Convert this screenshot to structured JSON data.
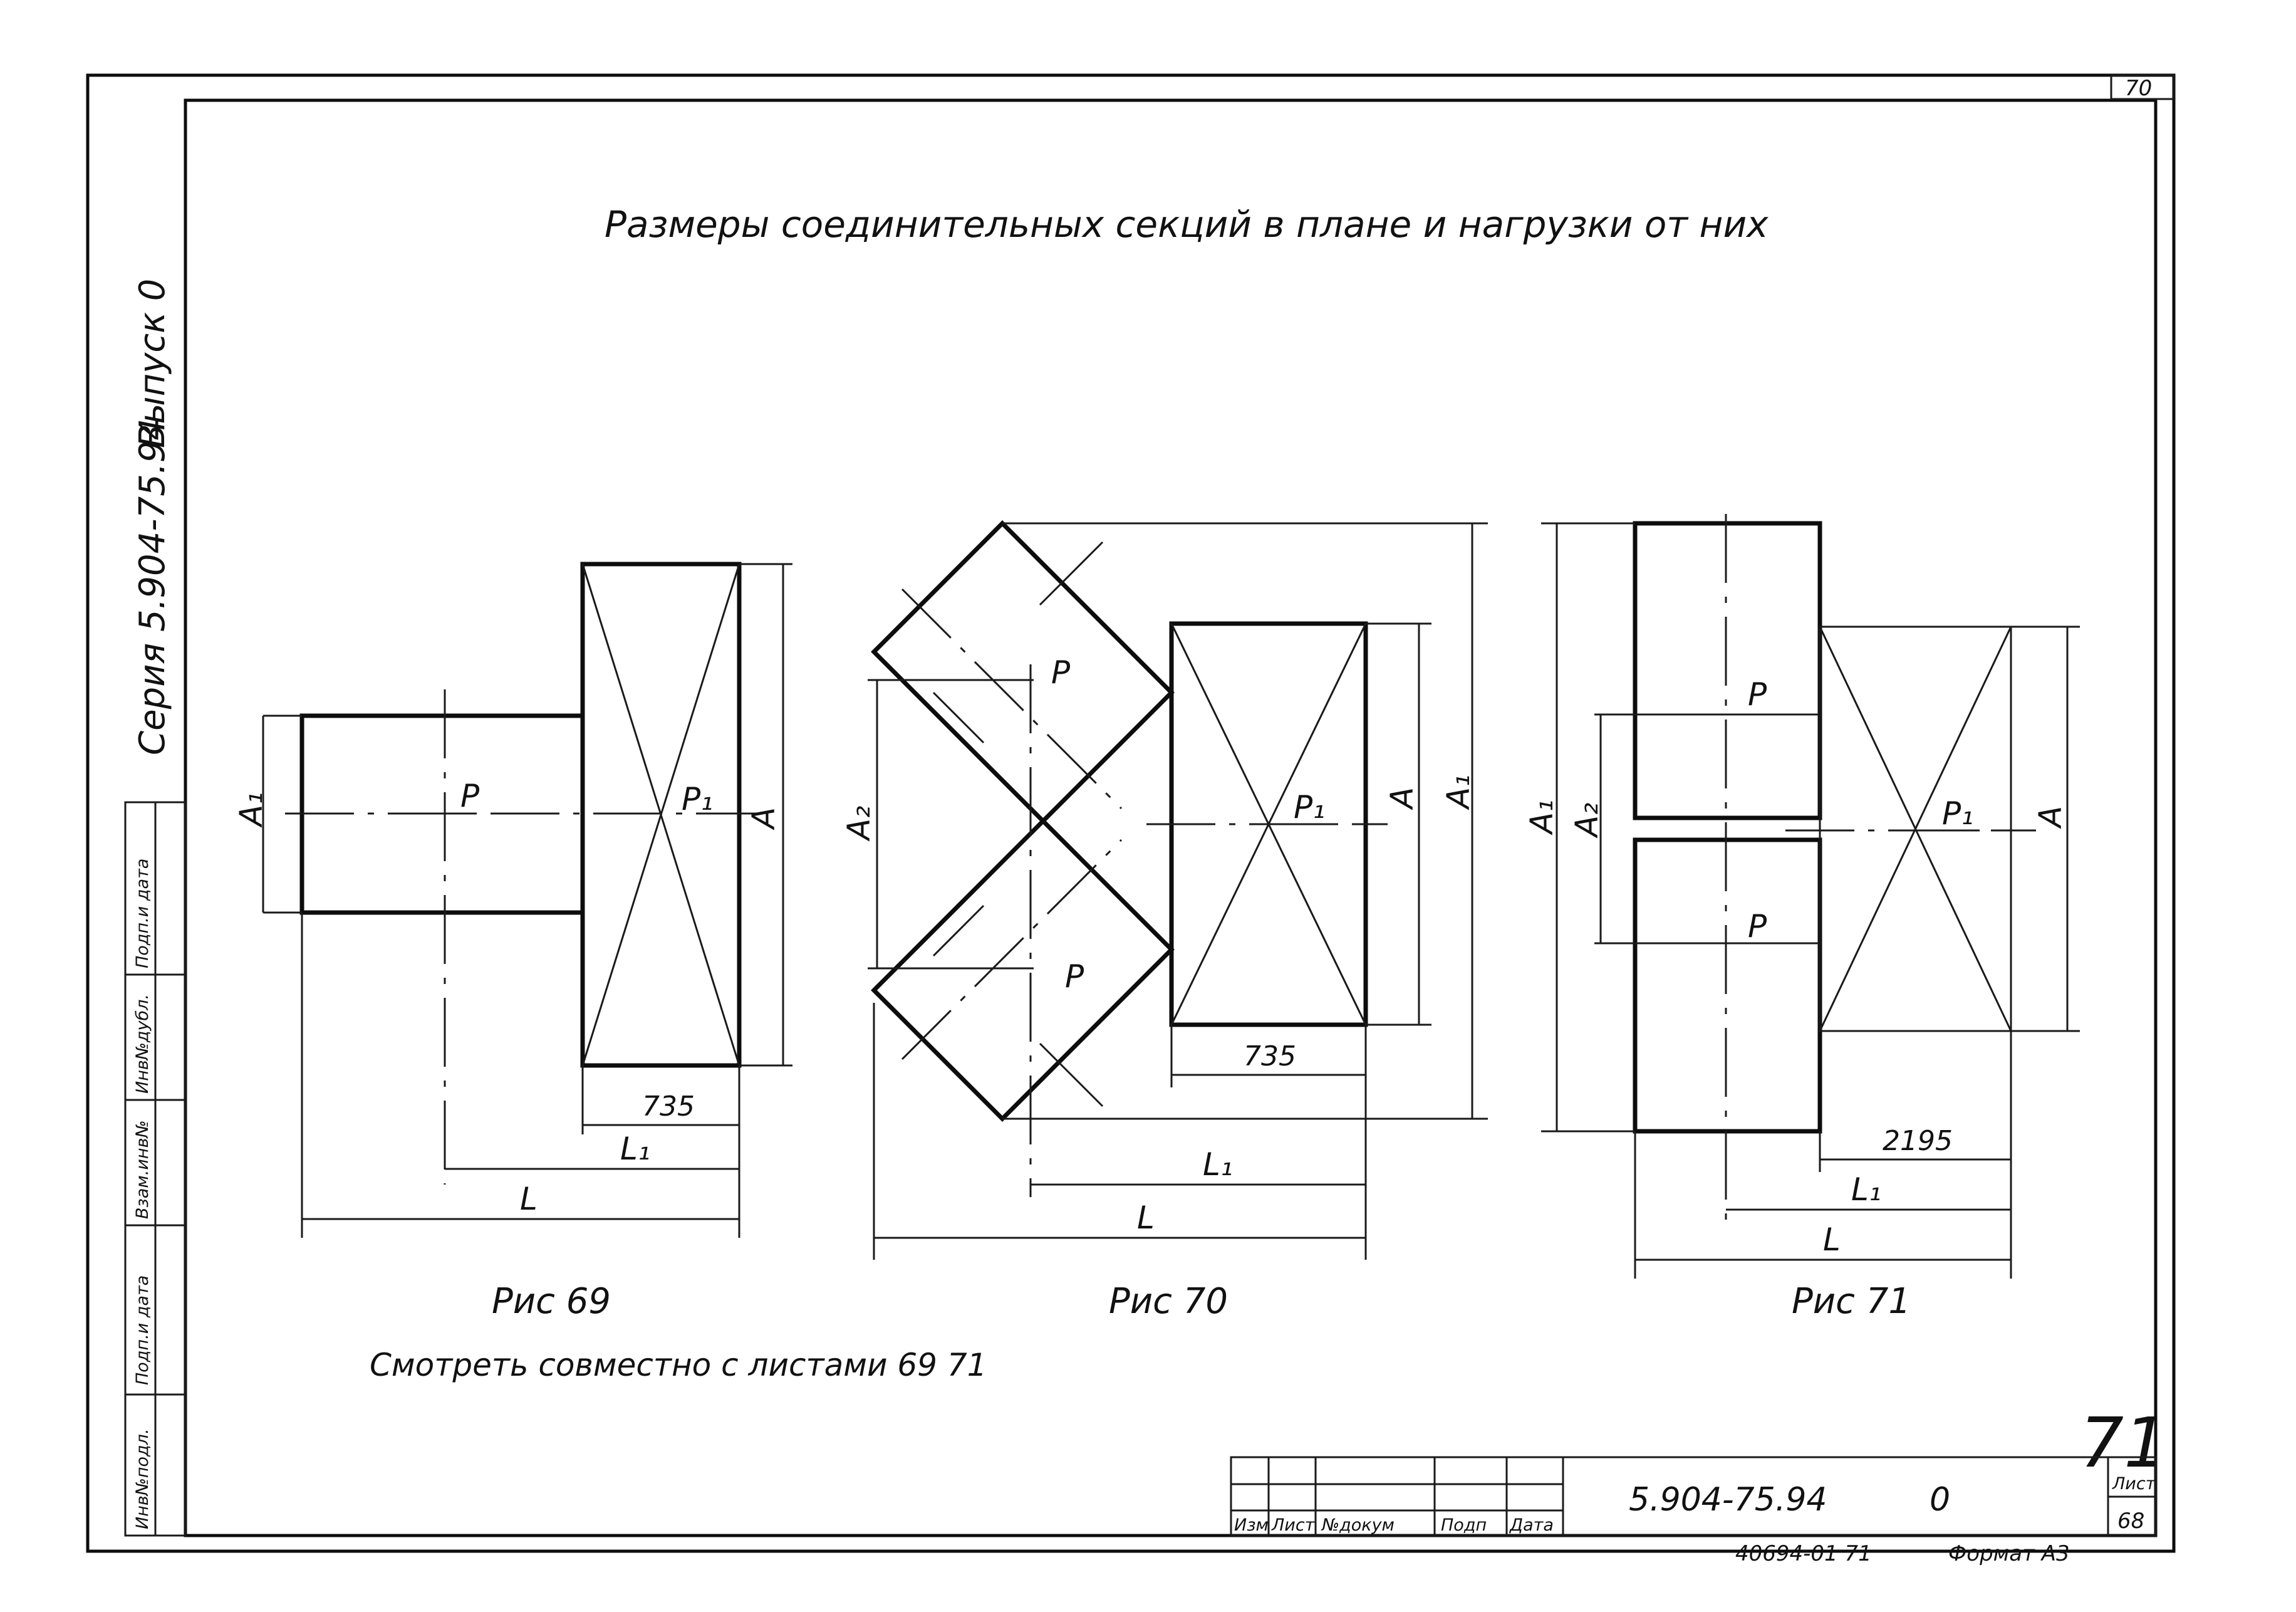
{
  "title": "Размеры соединительных секций в плане и нагрузки от них",
  "sheet_corner_number": "70",
  "side_series": "Серия 5.904-75.94",
  "side_issue": "Выпуск 0",
  "side_stamp_cells": [
    "Инв№подл.",
    "Подп.и дата",
    "Взам.инв№",
    "Инв№дубл.",
    "Подп.и дата"
  ],
  "labels": {
    "P": "P",
    "P1": "P₁",
    "A": "A",
    "A1": "A₁",
    "A2": "A₂",
    "L": "L",
    "L1": "L₁"
  },
  "figures": [
    {
      "caption": "Рис 69",
      "dim_width": "735"
    },
    {
      "caption": "Рис 70",
      "dim_width": "735"
    },
    {
      "caption": "Рис 71",
      "dim_width": "2195"
    }
  ],
  "note": "Смотреть совместно с листами 69 71",
  "handwritten_number": "71",
  "title_block": {
    "headers": [
      "Изм",
      "Лист",
      "№докум",
      "Подп",
      "Дата"
    ],
    "designation": "5.904-75.94",
    "issue": "0",
    "sheet_label": "Лист",
    "sheet_number": "68"
  },
  "bottom_note": "40694-01   71",
  "format": "Формат А3"
}
